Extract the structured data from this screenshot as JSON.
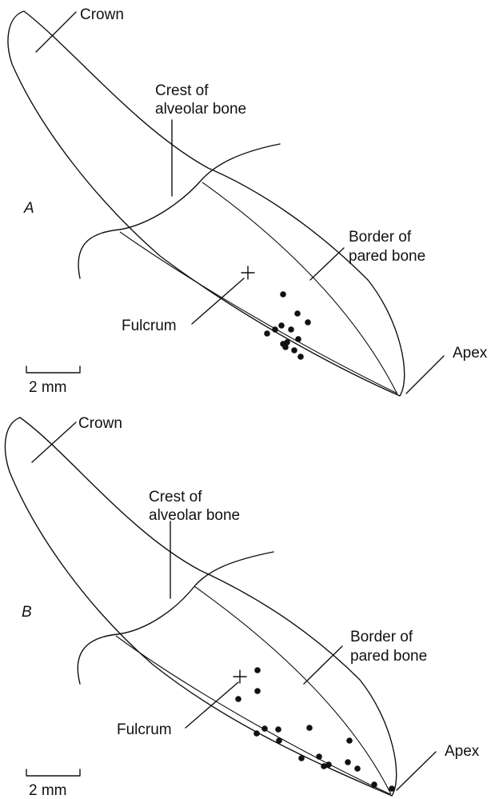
{
  "panels": [
    {
      "panel_label": "A",
      "labels": {
        "crown": "Crown",
        "crest_line1": "Crest of",
        "crest_line2": "alveolar bone",
        "border_line1": "Border of",
        "border_line2": "pared bone",
        "fulcrum": "Fulcrum",
        "apex": "Apex",
        "scale": "2 mm"
      }
    },
    {
      "panel_label": "B",
      "labels": {
        "crown": "Crown",
        "crest_line1": "Crest of",
        "crest_line2": "alveolar bone",
        "border_line1": "Border of",
        "border_line2": "pared bone",
        "fulcrum": "Fulcrum",
        "apex": "Apex",
        "scale": "2 mm"
      }
    }
  ]
}
